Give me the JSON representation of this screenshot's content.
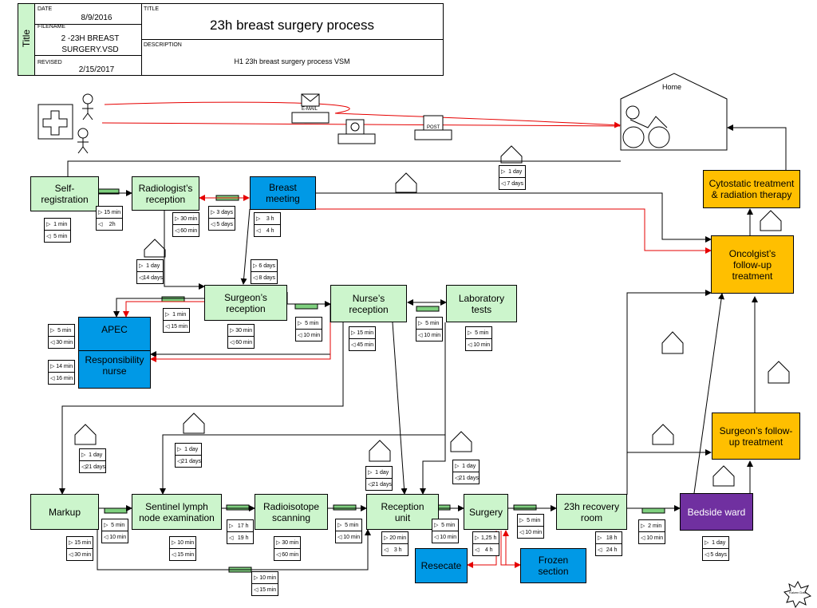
{
  "titleblock": {
    "side_label": "Title",
    "date_label": "DATE",
    "date_value": "8/9/2016",
    "filename_label": "FILENAME",
    "filename_value": "2 -23H BREAST SURGERY.VSD",
    "revised_label": "REVISED",
    "revised_value": "2/15/2017",
    "title_label": "TITLE",
    "title_value": "23h breast surgery process",
    "description_label": "DESCRIPTION",
    "description_value": "H1 23h breast surgery process VSM"
  },
  "home": {
    "label": "Home"
  },
  "icons": {
    "email_label": "E-MAIL",
    "post_label": "POST"
  },
  "processes": {
    "self_registration": "Self-\nregistration",
    "radiologists_reception": "Radiologist’s\nreception",
    "breast_meeting": "Breast\nmeeting",
    "surgeons_reception": "Surgeon’s\nreception",
    "nurses_reception": "Nurse’s\nreception",
    "laboratory_tests": "Laboratory\ntests",
    "apec": "APEC",
    "responsibility_nurse": "Responsibility\nnurse",
    "cytostatic": "Cytostatic treatment\n& radiation therapy",
    "oncologist": "Oncolgist’s\nfollow-up\ntreatment",
    "surgeon_followup": "Surgeon’s follow-\nup treatment",
    "markup": "Markup",
    "sentinel": "Sentinel lymph\nnode examination",
    "radioisotope": "Radioisotope\nscanning",
    "reception_unit": "Reception\nunit",
    "surgery": "Surgery",
    "recovery": "23h recovery\nroom",
    "bedside": "Bedside ward",
    "resecate": "Resecate",
    "frozen": "Frozen\nsection"
  },
  "times": {
    "home_wait": [
      "1 day",
      "7 days"
    ],
    "self_reg": [
      "1 min",
      "5 min"
    ],
    "self_to_rad": [
      "15 min",
      "2h"
    ],
    "rad": [
      "30 min",
      "60 min"
    ],
    "rad_to_breast": [
      "3 days",
      "5 days"
    ],
    "breast": [
      "3 h",
      "4 h"
    ],
    "rad_to_surg_wait": [
      "1 day",
      "14 days"
    ],
    "breast_to_surg": [
      "6 days",
      "8 days"
    ],
    "to_apec": [
      "1 min",
      "15 min"
    ],
    "apec": [
      "5 min",
      "30 min"
    ],
    "resp_nurse": [
      "14 min",
      "16 min"
    ],
    "surg_rec": [
      "30 min",
      "60 min"
    ],
    "surg_to_nurse": [
      "5 min",
      "10 min"
    ],
    "nurse": [
      "15 min",
      "45 min"
    ],
    "nurse_lab": [
      "5 min",
      "10 min"
    ],
    "lab": [
      "5 min",
      "10 min"
    ],
    "markup_wait": [
      "1 day",
      "21 days"
    ],
    "sentinel_wait": [
      "1 day",
      "21 days"
    ],
    "reception_wait1": [
      "1 day",
      "21 days"
    ],
    "reception_wait2": [
      "1 day",
      "21 days"
    ],
    "markup": [
      "15 min",
      "30 min"
    ],
    "markup_to_sent": [
      "5 min",
      "10 min"
    ],
    "sentinel": [
      "10 min",
      "15 min"
    ],
    "sent_to_radio": [
      "17 h",
      "19 h"
    ],
    "radio": [
      "30 min",
      "60 min"
    ],
    "radio_to_rec": [
      "5 min",
      "10 min"
    ],
    "reception": [
      "20 min",
      "3 h"
    ],
    "rec_to_surg": [
      "5 min",
      "10 min"
    ],
    "surgery": [
      "1,25 h",
      "4 h"
    ],
    "surg_to_recov": [
      "5 min",
      "10 min"
    ],
    "recovery": [
      "18 h",
      "24 h"
    ],
    "recov_to_bed": [
      "2 min",
      "10 min"
    ],
    "bedside": [
      "1 day",
      "5 days"
    ],
    "bottom": [
      "10 min",
      "15 min"
    ]
  },
  "corner_logo": "Kaizen Data",
  "colors": {
    "green": "#ccf5cc",
    "blue": "#0099e6",
    "orange": "#ffbf00",
    "purple": "#7030a0",
    "red_flow": "#e60000"
  }
}
